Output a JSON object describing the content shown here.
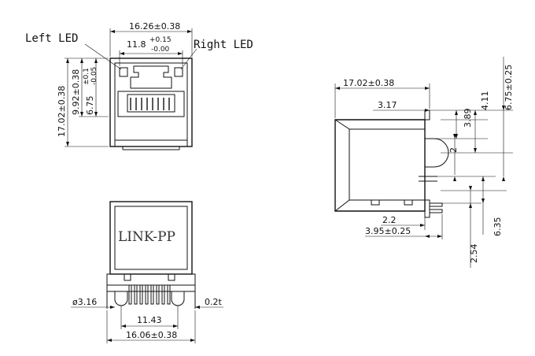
{
  "top_view": {
    "left_led": "Left LED",
    "right_led": "Right LED",
    "overall_width": "16.26±0.38",
    "led_spacing_main": "11.8",
    "led_spacing_plus": "+0.15",
    "led_spacing_minus": "-0.00",
    "overall_height": "17.02±0.38",
    "height_mid": "9.92±0.38",
    "height_small_main": "6.75",
    "height_small_tol": "±0.1",
    "height_small_tol2": "-0.05"
  },
  "front_view": {
    "brand": "LINK-PP",
    "hole_dia": "ø3.16",
    "thickness": "0.2t",
    "pin_span": "11.43",
    "overall_width": "16.06±0.38"
  },
  "side_view": {
    "overall_length": "17.02±0.38",
    "offset": "3.17",
    "h_389": "3.89",
    "h_411": "4.11",
    "h_675": "6.75±0.25",
    "h_2": "2",
    "w_22": "2.2",
    "w_395": "3.95±0.25",
    "h_635": "6.35",
    "h_254": "2.54"
  }
}
